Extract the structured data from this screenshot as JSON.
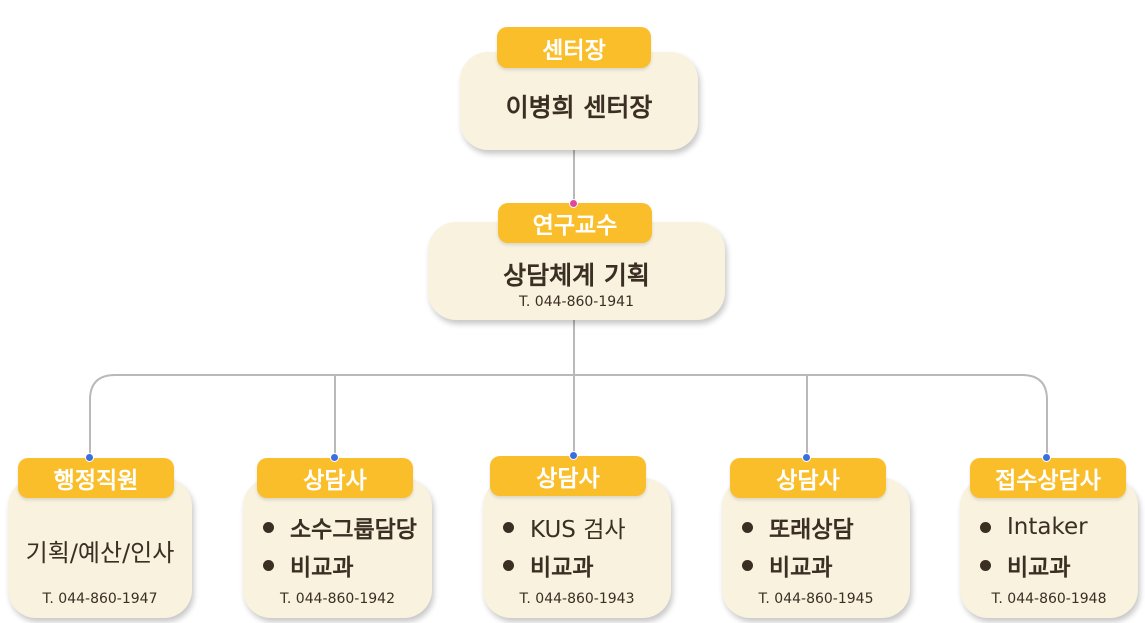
{
  "director": {
    "badge": "센터장",
    "name": "이병희 센터장"
  },
  "professor": {
    "badge": "연구교수",
    "title": "상담체계 기획",
    "phone": "T. 044-860-1941"
  },
  "staff": [
    {
      "badge": "행정직원",
      "text": "기획/예산/인사",
      "phone": "T. 044-860-1947"
    },
    {
      "badge": "상담사",
      "items": [
        "소수그룹담당",
        "비교과"
      ],
      "phone": "T. 044-860-1942"
    },
    {
      "badge": "상담사",
      "items": [
        "KUS 검사",
        "비교과"
      ],
      "phone": "T. 044-860-1943"
    },
    {
      "badge": "상담사",
      "items": [
        "또래상담",
        "비교과"
      ],
      "phone": "T. 044-860-1945"
    },
    {
      "badge": "접수상담사",
      "items": [
        "Intaker",
        "비교과"
      ],
      "phone": "T. 044-860-1948"
    }
  ],
  "colors": {
    "badge": "#f9be2a",
    "box": "#f8f2df",
    "line": "#b9b9b9",
    "pin_pink": "#e0489a",
    "pin_blue": "#3b6fe0"
  }
}
